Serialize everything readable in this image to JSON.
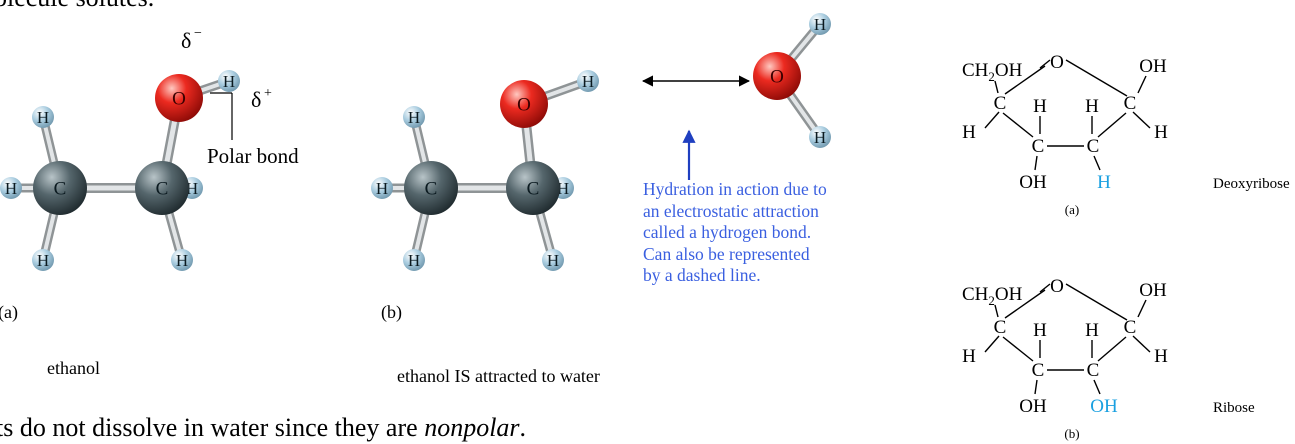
{
  "top_text": "olecule solutes.",
  "bottom_text_plain": "ts do not dissolve in water since they are ",
  "bottom_text_italic": "nonpolar",
  "bottom_text_end": ".",
  "fig_a": {
    "label": "(a)",
    "caption": "ethanol",
    "delta_minus": "δ",
    "delta_minus_sign": "−",
    "delta_plus": "δ",
    "delta_plus_sign": "+",
    "polar_bond": "Polar bond"
  },
  "fig_b": {
    "label": "(b)",
    "caption": "ethanol IS attracted to water",
    "note_lines": [
      "Hydration in action due to",
      "an electrostatic attraction",
      "called a hydrogen bond.",
      "Can also be represented",
      "by a dashed line."
    ]
  },
  "atoms": {
    "carbon": "C",
    "oxygen": "O",
    "hydrogen": "H"
  },
  "sugars": {
    "top": {
      "name": "Deoxyribose",
      "label": "(a)",
      "ch2oh_a": "CH",
      "ch2oh_sub": "2",
      "ch2oh_b": "OH",
      "ring_o": "O",
      "c": "C",
      "h": "H",
      "oh": "OH",
      "special": "H",
      "special_color": "#1aa0e0"
    },
    "bottom": {
      "name": "Ribose",
      "label": "(b)",
      "ch2oh_a": "CH",
      "ch2oh_sub": "2",
      "ch2oh_b": "OH",
      "ring_o": "O",
      "c": "C",
      "h": "H",
      "oh": "OH",
      "special": "OH",
      "special_color": "#1aa0e0"
    }
  },
  "colors": {
    "carbon": "#445257",
    "oxygen": "#e3231c",
    "hydrogen": "#9fc3d9",
    "bond": "#b4b8bb",
    "note": "#3a5fe0",
    "arrow": "#1f3fc0"
  }
}
